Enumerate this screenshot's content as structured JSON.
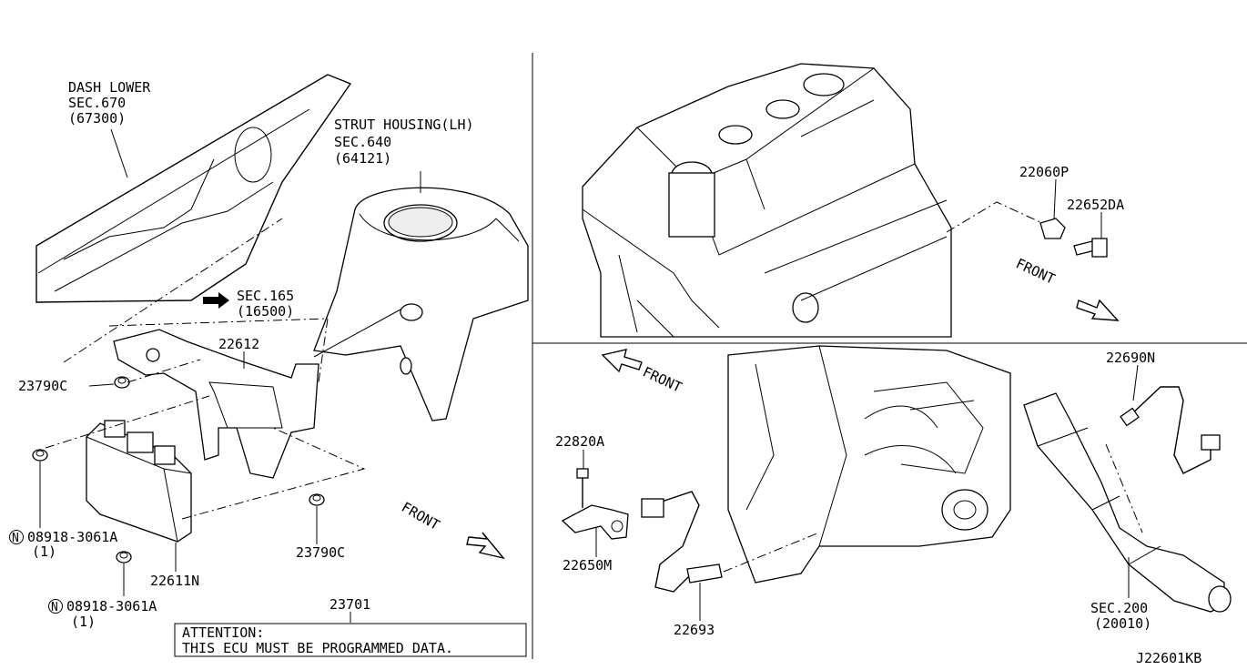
{
  "left_panel": {
    "dash_lower": [
      "DASH LOWER",
      "SEC.670",
      "(67300)"
    ],
    "strut_housing": [
      "STRUT HOUSING(LH)",
      "SEC.640",
      "(64121)"
    ],
    "sec165": [
      "SEC.165",
      "(16500)"
    ],
    "part_22612": "22612",
    "part_23790c_a": "23790C",
    "part_23790c_b": "23790C",
    "part_08918_a": "08918-3061A",
    "qty_a": "(1)",
    "part_22611n": "22611N",
    "part_08918_b": "08918-3061A",
    "qty_b": "(1)",
    "part_23701": "23701",
    "attention": [
      "ATTENTION:",
      "THIS ECU MUST BE PROGRAMMED DATA."
    ],
    "front": "FRONT",
    "nut_symbol": "N"
  },
  "top_right_panel": {
    "part_22060p": "22060P",
    "part_22652da": "22652DA",
    "front": "FRONT"
  },
  "bottom_right_panel": {
    "front": "FRONT",
    "part_22820a": "22820A",
    "part_22650m": "22650M",
    "part_22693": "22693",
    "part_22690n": "22690N",
    "sec200": [
      "SEC.200",
      "(20010)"
    ]
  },
  "diagram_code": "J22601KB"
}
